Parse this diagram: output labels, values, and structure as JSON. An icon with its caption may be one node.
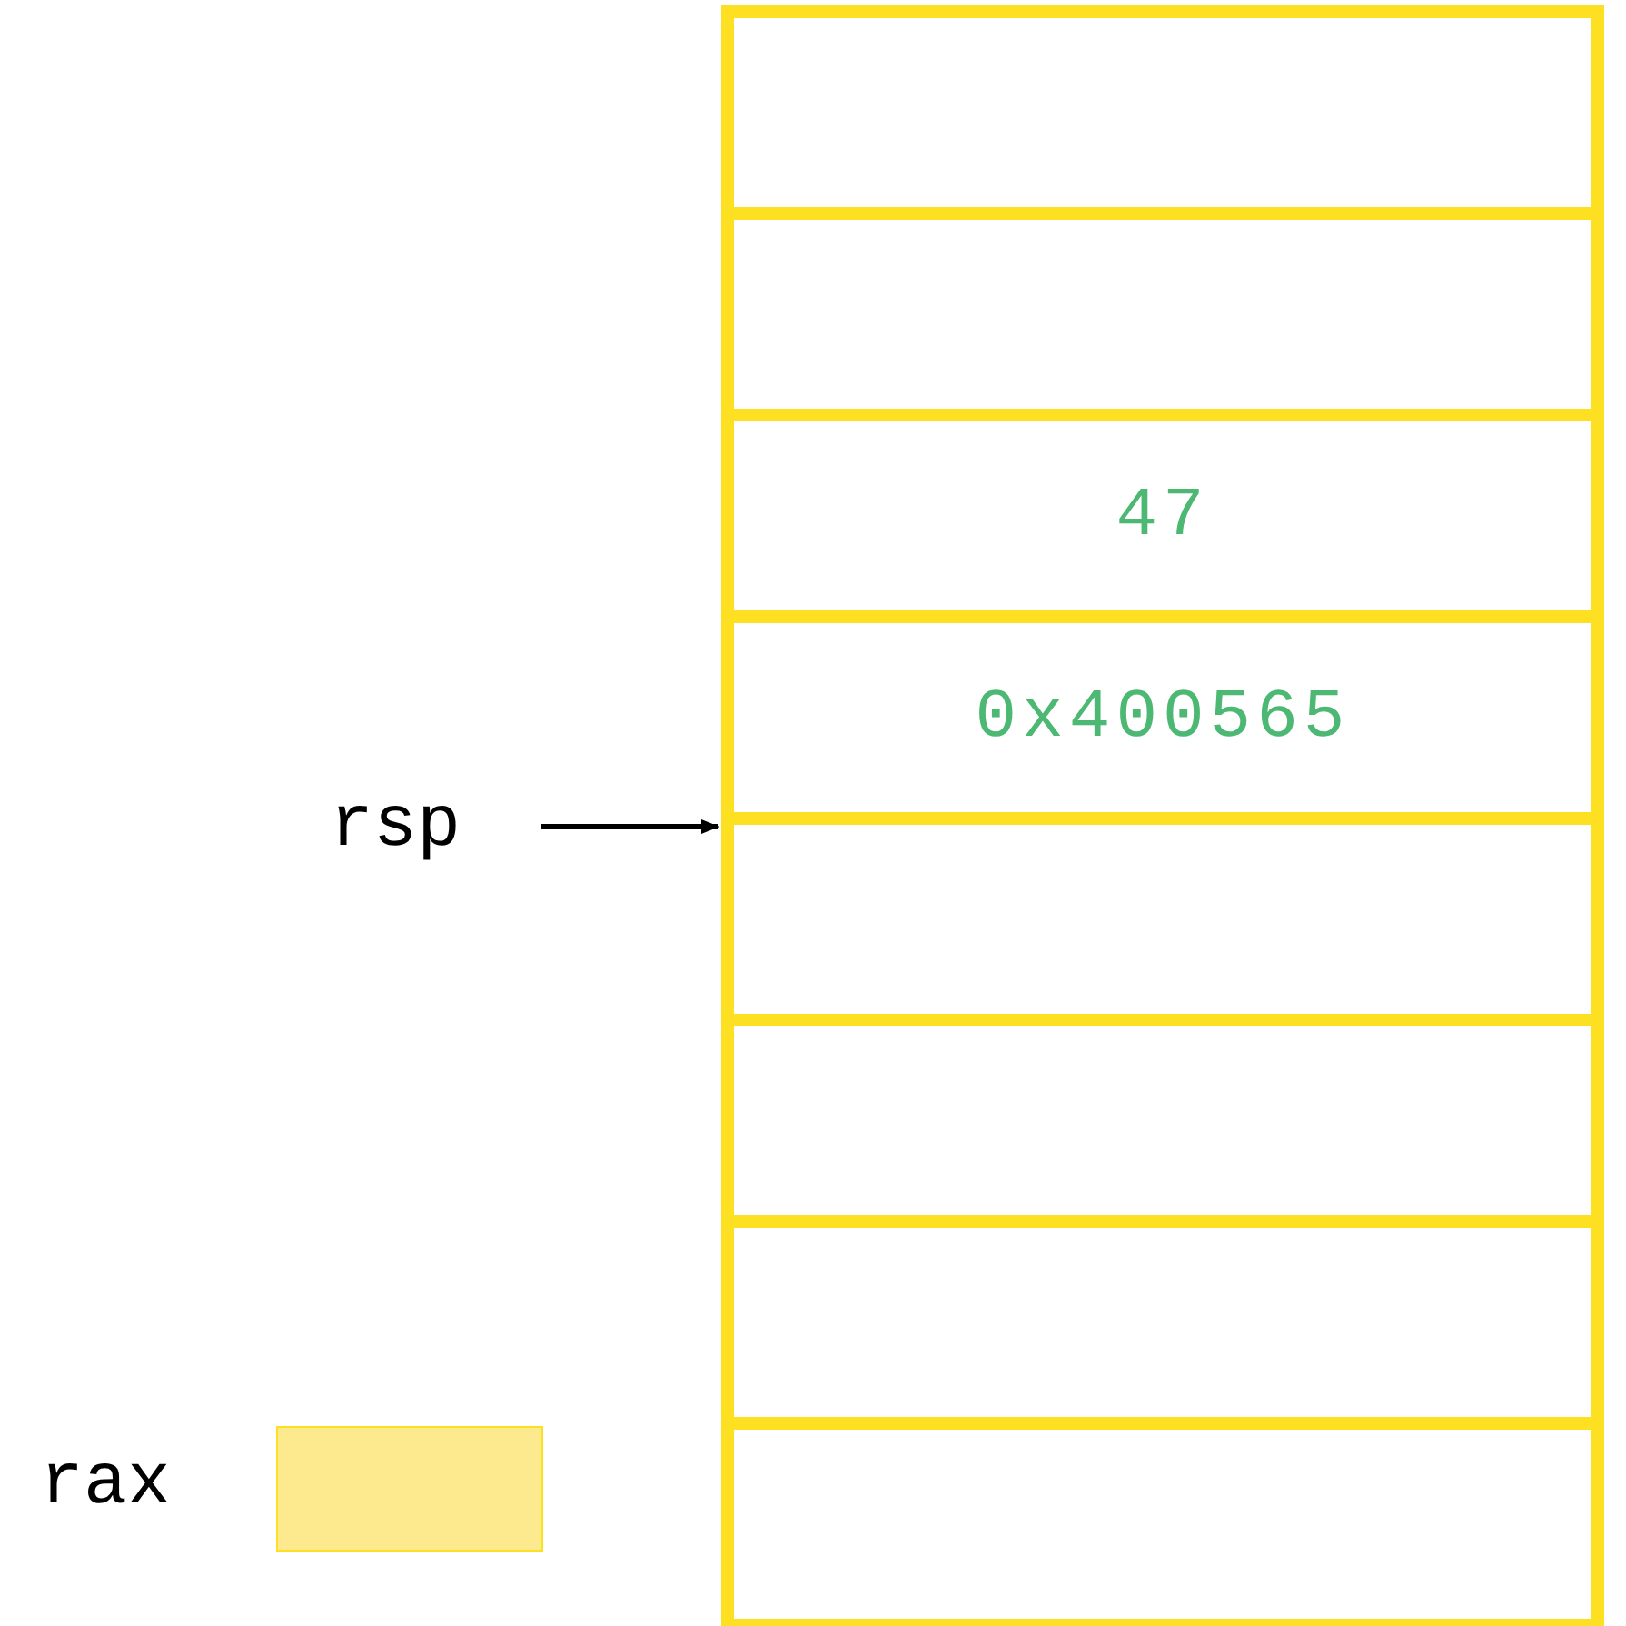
{
  "diagram": {
    "nodes": [
      {
        "text": [],
        "shape": "box"
      },
      {
        "text": [],
        "shape": "box",
        "in": 0
      },
      {
        "text": [],
        "shape": "box",
        "in": 0
      },
      {
        "text": [
          "47"
        ],
        "in": 0
      },
      {
        "text": [
          "0x400565"
        ],
        "in": 0
      },
      {
        "text": [],
        "shape": "box",
        "in": 0
      },
      {
        "text": [],
        "shape": "box",
        "in": 0
      },
      {
        "text": [],
        "shape": "box",
        "in": 0
      },
      {
        "text": [],
        "shape": "box",
        "in": 0
      },
      {
        "text": [
          "rsp"
        ]
      },
      {
        "text": [],
        "shape": "box",
        "beside": [
          "rax"
        ]
      }
    ],
    "edges": [
      {
        "from": 9,
        "to": 0,
        "arrow": "to"
      }
    ]
  }
}
